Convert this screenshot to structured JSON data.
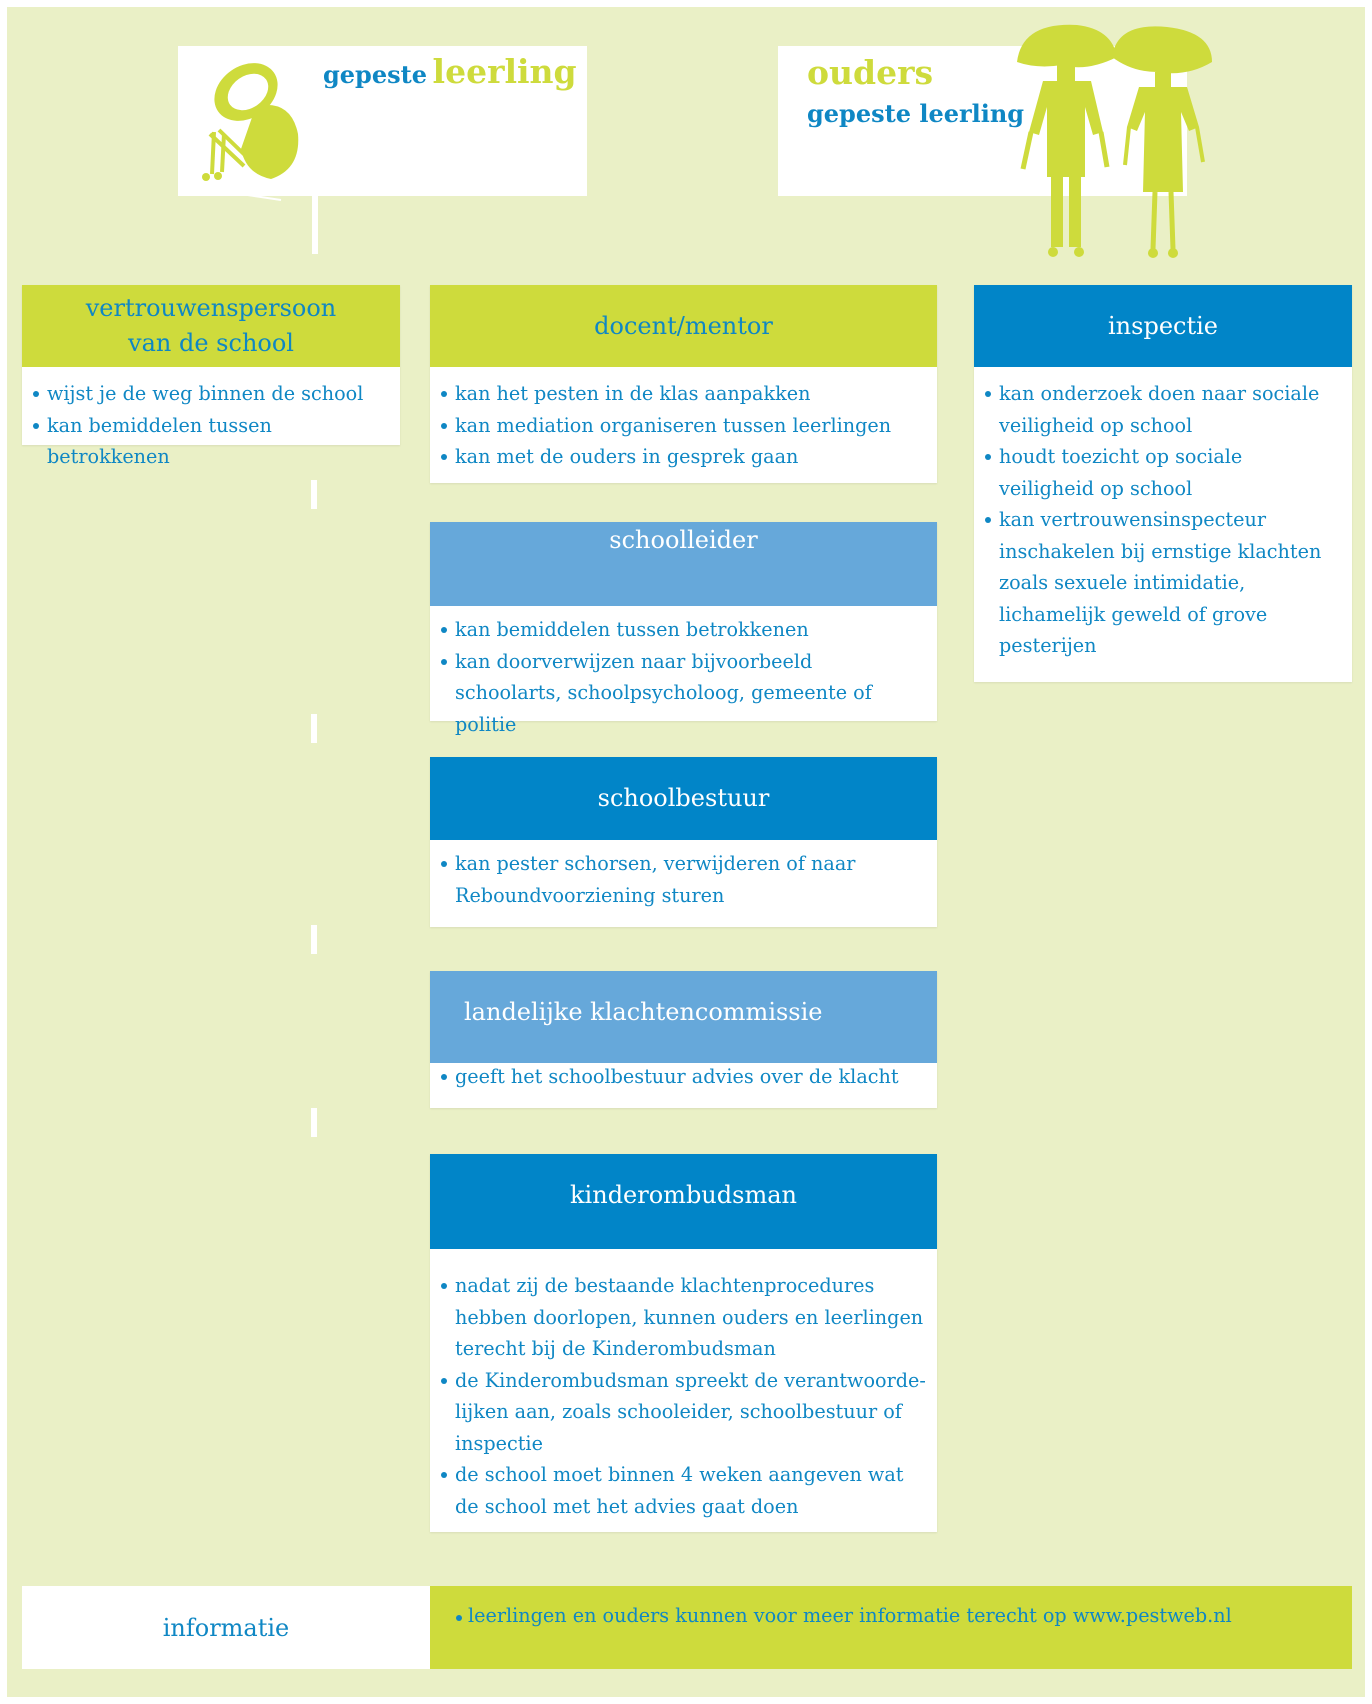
{
  "colors": {
    "background": "#eaf0c6",
    "lime": "#cedb3c",
    "blue": "#0185c8",
    "light_blue": "#66a8da",
    "text_blue": "#0f87c4"
  },
  "top": {
    "student": {
      "word1": "gepeste",
      "word2": "leerling"
    },
    "parents": {
      "title": "ouders",
      "subtitle": "gepeste leerling"
    }
  },
  "cards": {
    "vertrouwenspersoon": {
      "title_line1": "vertrouwenspersoon",
      "title_line2": "van de school",
      "items": [
        "wijst je de weg binnen de school",
        "kan bemiddelen tussen betrokkenen"
      ]
    },
    "docent": {
      "title": "docent/mentor",
      "items": [
        "kan het pesten in de klas aanpakken",
        "kan mediation organiseren tussen leerlingen",
        "kan met de ouders in gesprek gaan"
      ]
    },
    "inspectie": {
      "title": "inspectie",
      "items": [
        "kan onderzoek doen naar sociale veiligheid op school",
        "houdt toezicht op sociale veiligheid op school",
        "kan vertrouwensinspecteur inschakelen bij ernstige klachten zoals sexuele intimidatie, lichamelijk geweld of grove pesterijen"
      ]
    },
    "schoolleider": {
      "title": "schoolleider",
      "items": [
        "kan bemiddelen tussen betrokkenen",
        "kan doorverwijzen naar bijvoorbeeld schoolarts, schoolpsycholoog, gemeente of politie"
      ]
    },
    "schoolbestuur": {
      "title": "schoolbestuur",
      "items": [
        "kan pester schorsen, verwijderen of naar Reboundvoorziening sturen"
      ]
    },
    "klachtencommissie": {
      "title": "landelijke klachtencommissie",
      "items": [
        "geeft het schoolbestuur advies over de klacht"
      ]
    },
    "kinderombudsman": {
      "title": "kinderombudsman",
      "items": [
        "nadat zij de bestaande klachtenprocedures hebben doorlopen, kunnen ouders en leerlingen terecht bij de Kinderombudsman",
        "de Kinderombudsman spreekt de verantwoorde-lijken aan, zoals schooleider, schoolbestuur of inspectie",
        "de school moet binnen 4 weken aangeven wat de school met het advies gaat doen"
      ]
    }
  },
  "info": {
    "label": "informatie",
    "text": "leerlingen en ouders kunnen voor meer informatie terecht op www.pestweb.nl"
  }
}
